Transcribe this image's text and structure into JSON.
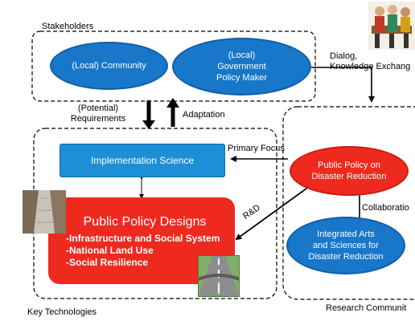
{
  "groups": {
    "stakeholders": "Stakeholders",
    "key_technologies": "Key Technologies",
    "research_community": "Research Communit"
  },
  "nodes": {
    "local_community": "(Local) Community",
    "gov_line1": "(Local)",
    "gov_line2": "Government",
    "gov_line3": "Policy Maker",
    "implementation_science": "Implementation Science",
    "ppdr_line1": "Public Policy on",
    "ppdr_line2": "Disaster Reduction",
    "iasdr_line1": "Integrated Arts",
    "iasdr_line2": "and Sciences for",
    "iasdr_line3": "Disaster Reduction",
    "ppd_title": "Public Policy Designs",
    "ppd_items": [
      "-Infrastructure and Social System",
      "-National Land Use",
      "-Social Resilience"
    ]
  },
  "edges": {
    "requirements_line1": "(Potential)",
    "requirements_line2": "Requirements",
    "adaptation": "Adaptation",
    "dialog_line1": "Dialog,",
    "dialog_line2": "Knowledge Exchang",
    "primary_focus": "Primary Focus",
    "rnd": "R&D",
    "collaboration": "Collaboratio"
  },
  "colors": {
    "blue": "#1877c9",
    "red": "#ee2a1f",
    "impl_blue": "#1d8fd6"
  }
}
